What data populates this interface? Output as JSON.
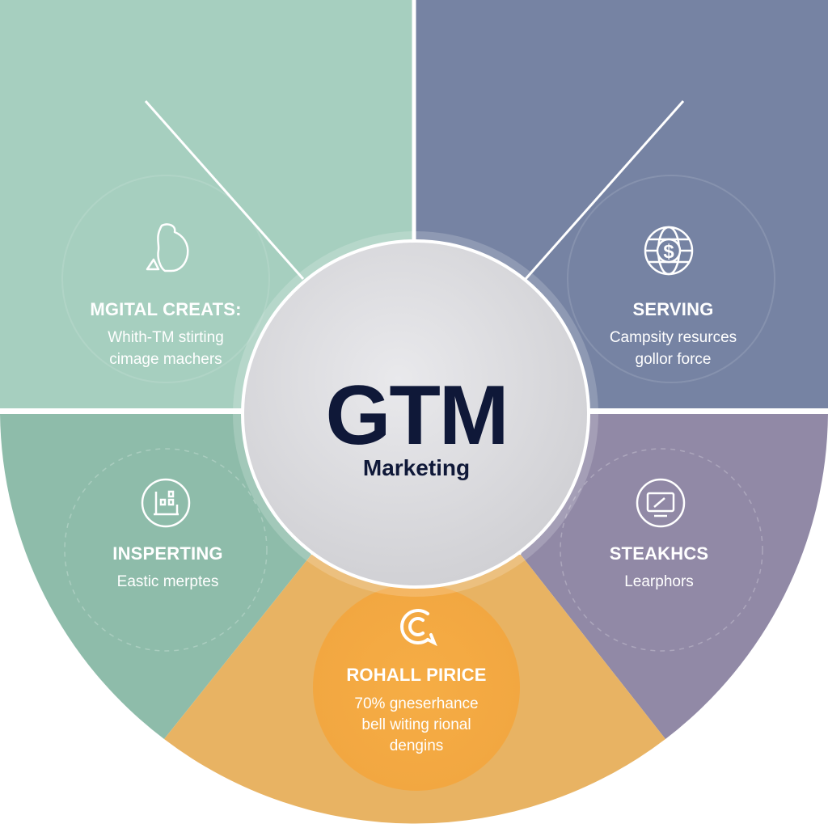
{
  "center": {
    "title": "GTM",
    "subtitle": "Marketing"
  },
  "segments": [
    {
      "key": "top-left",
      "title": "MGITAL CREATS:",
      "description_lines": [
        "Whith-TM stirting",
        "cimage machers"
      ],
      "color": "#a6cfbf",
      "icon": "vase-icon"
    },
    {
      "key": "top-right",
      "title": "SERVING",
      "description_lines": [
        "Campsity resurces",
        "gollor force"
      ],
      "color": "#7683a3",
      "icon": "globe-dollar-icon"
    },
    {
      "key": "mid-left",
      "title": "INSPERTING",
      "description_lines": [
        "Eastic merptes"
      ],
      "color": "#8ebcaa",
      "icon": "building-chart-icon"
    },
    {
      "key": "mid-right",
      "title": "STEAKHCS",
      "description_lines": [
        "Learphors"
      ],
      "color": "#9189a6",
      "icon": "monitor-icon"
    },
    {
      "key": "bottom",
      "title": "ROHALL PIRICE",
      "description_lines": [
        "70% gneserhance",
        "bell witing rional",
        "dengins"
      ],
      "color": "#e8b363",
      "icon": "refresh-c-icon"
    }
  ]
}
